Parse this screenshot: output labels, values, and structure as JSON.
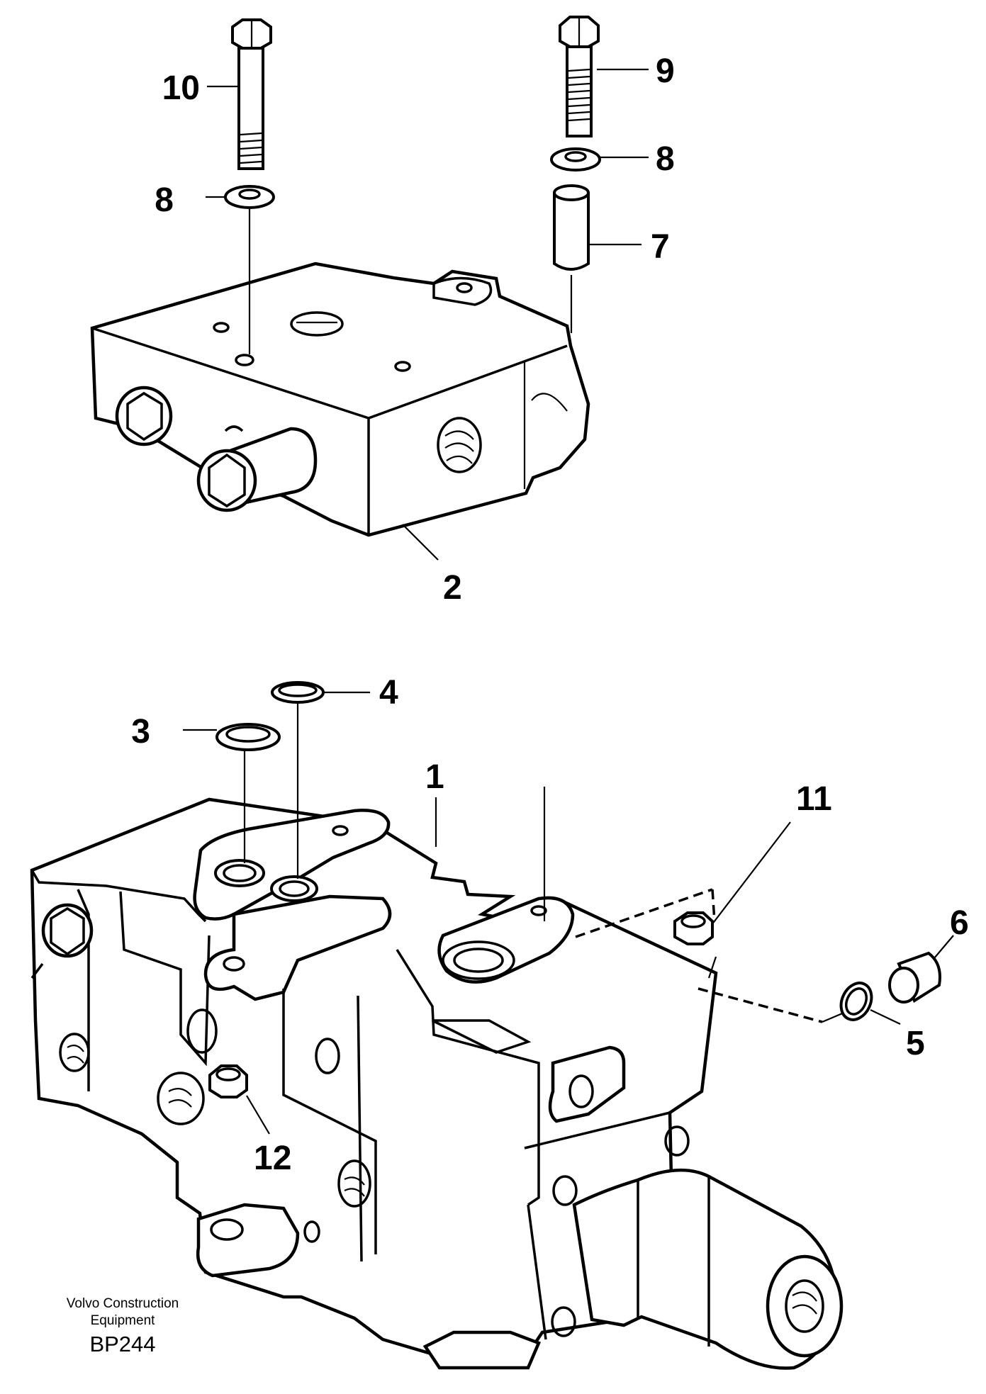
{
  "callouts": [
    "10",
    "9",
    "8",
    "8",
    "7",
    "2",
    "4",
    "3",
    "1",
    "11",
    "6",
    "5",
    "12"
  ],
  "footer": {
    "manufacturer_line1": "Volvo Construction",
    "manufacturer_line2": "Equipment",
    "drawing_code": "BP244"
  }
}
